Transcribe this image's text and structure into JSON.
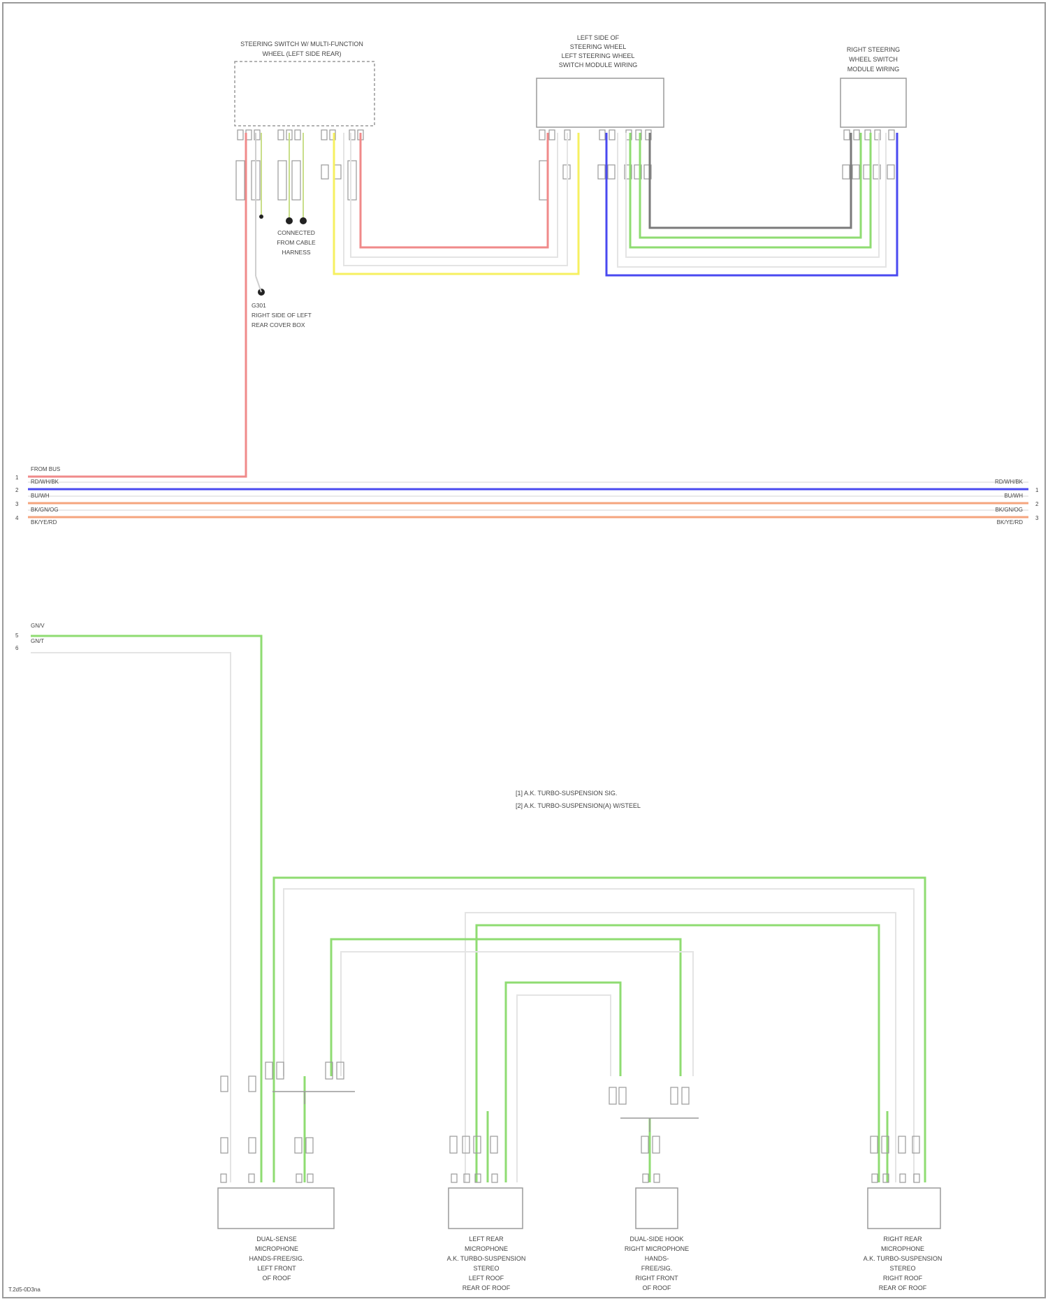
{
  "footer": {
    "code": "T.2d5-0D3na"
  },
  "legend": {
    "line1": "[1] A.K. TURBO-SUSPENSION SIG.",
    "line2": "[2] A.K. TURBO-SUSPENSION(A) W/STEEL"
  },
  "components": {
    "steering_switch": {
      "label1": "STEERING SWITCH W/ MULTI-FUNCTION",
      "label2": "WHEEL (LEFT SIDE REAR)"
    },
    "left_side_switch": {
      "label1": "LEFT SIDE OF",
      "label2": "STEERING WHEEL",
      "label3": "LEFT STEERING WHEEL",
      "label4": "SWITCH MODULE WIRING"
    },
    "right_switch": {
      "label1": "RIGHT STEERING",
      "label2": "WHEEL SWITCH",
      "label3": "MODULE WIRING"
    },
    "mic_left_front": {
      "lines": [
        "DUAL-SENSE",
        "MICROPHONE",
        "HANDS-FREE/SIG.",
        "LEFT FRONT",
        "OF ROOF"
      ]
    },
    "mic_left_rear": {
      "lines": [
        "LEFT REAR",
        "MICROPHONE",
        "A.K. TURBO-SUSPENSION",
        "STEREO",
        "LEFT ROOF",
        "REAR OF ROOF"
      ]
    },
    "mic_right_front": {
      "lines": [
        "DUAL-SIDE HOOK",
        "RIGHT MICROPHONE",
        "HANDS-",
        "FREE/SIG.",
        "RIGHT FRONT",
        "OF ROOF"
      ]
    },
    "mic_right_rear": {
      "lines": [
        "RIGHT REAR",
        "MICROPHONE",
        "A.K. TURBO-SUSPENSION",
        "STEREO",
        "RIGHT ROOF",
        "REAR OF ROOF"
      ]
    }
  },
  "splices": {
    "s1": "CONNECTED",
    "s1b": "FROM CABLE",
    "s1c": "HARNESS",
    "ground1": "G301",
    "ground2": "RIGHT SIDE OF LEFT",
    "ground3": "REAR COVER BOX"
  },
  "bus_labels_left": [
    "FROM BUS",
    "RD/WH/BK",
    "BU/WH",
    "BK/GN/OG",
    "BK/YE/RD"
  ],
  "bus_labels_right": [
    "RD/WH/BK",
    "BU/WH",
    "BK/GN/OG",
    "BK/YE/RD"
  ],
  "bus_numbers": [
    "1",
    "2",
    "3",
    "4"
  ],
  "lower_in_labels": [
    "GN/V",
    "GN/T"
  ],
  "lower_in_numbers": [
    "5",
    "6"
  ],
  "colors": {
    "red": "#f08a8a",
    "blue": "#4a4af0",
    "yellow": "#f6f060",
    "green": "#8fdc72",
    "grey": "#7a7a7a",
    "orange": "#f5a57e",
    "lightgrey": "#cfcfcf",
    "box": "#9a9a9a"
  }
}
